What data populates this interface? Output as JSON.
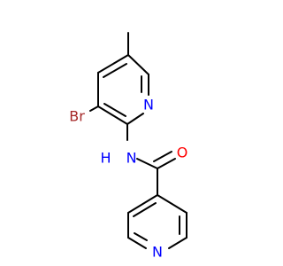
{
  "molecule": {
    "atoms": {
      "methyl": {
        "label": ""
      },
      "br": {
        "label": "Br",
        "color": "#a62929"
      },
      "n_upper_ring": {
        "label": "N",
        "color": "#0000ff"
      },
      "nh": {
        "label": "H N",
        "color": "#0000ff"
      },
      "o": {
        "label": "O",
        "color": "#ff0000"
      },
      "n_lower_ring": {
        "label": "N",
        "color": "#0000ff"
      }
    }
  }
}
